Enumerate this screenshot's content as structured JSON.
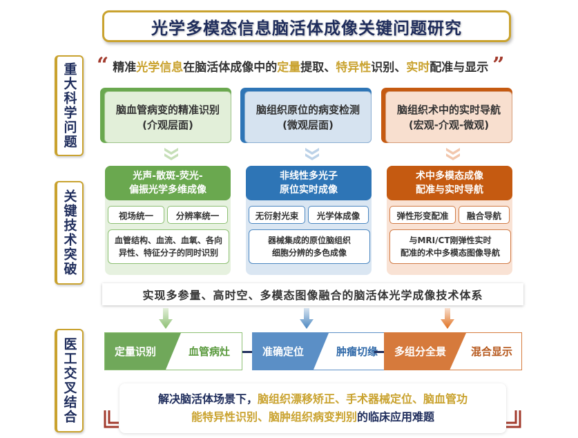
{
  "title": "光学多模态信息脑活体成像关键问题研究",
  "side_labels": {
    "science": "重大科学问题",
    "tech": "关键技术突破",
    "medicine": "医工交叉结合"
  },
  "quote": {
    "open_mark": "❝",
    "close_mark": "❞",
    "segments": [
      {
        "text": "精准",
        "highlight": false
      },
      {
        "text": "光学信息",
        "highlight": true
      },
      {
        "text": "在脑活体成像中的",
        "highlight": false
      },
      {
        "text": "定量",
        "highlight": true
      },
      {
        "text": "提取、",
        "highlight": false
      },
      {
        "text": "特异性",
        "highlight": true
      },
      {
        "text": "识别、",
        "highlight": false
      },
      {
        "text": "实时",
        "highlight": true
      },
      {
        "text": "配准与显示",
        "highlight": false
      }
    ]
  },
  "problems": [
    {
      "line1": "脑血管病变的精准识别",
      "line2": "(介观层面)",
      "accent": "#6aa84f",
      "fill": "#e2efd9"
    },
    {
      "line1": "脑组织原位的病变检测",
      "line2": "(微观层面)",
      "accent": "#2e75b6",
      "fill": "#d6e3f0"
    },
    {
      "line1": "脑组织术中的实时导航",
      "line2": "(宏观-介观-微观)",
      "accent": "#c55a11",
      "fill": "#f8dfcf"
    }
  ],
  "techs": [
    {
      "head1": "光声-散斑-荧光-",
      "head2": "偏振光学多维成像",
      "tags": [
        "视场统一",
        "分辨率统一"
      ],
      "desc1": "血管结构、血流、血氧、各向",
      "desc2": "异性、特征分子的同时识别",
      "color": "#6aa84f",
      "panel": "#e6f1df",
      "border": "#8cbf72"
    },
    {
      "head1": "非线性多光子",
      "head2": "原位实时成像",
      "tags": [
        "无衍射光束",
        "光学体成像"
      ],
      "desc1": "器械集成的原位脑组织",
      "desc2": "细胞分辨的多色成像",
      "color": "#2e75b6",
      "panel": "#dae6f2",
      "border": "#4a86c0"
    },
    {
      "head1": "术中多模态成像",
      "head2": "配准与实时导航",
      "tags": [
        "弹性形变配准",
        "融合导航"
      ],
      "desc1": "与MRI/CT刚弹性实时",
      "desc2": "配准的术中多模态图像导航",
      "color": "#c55a11",
      "panel": "#f9e2d4",
      "border": "#d07a45"
    }
  ],
  "system_banner": "实现多参量、高时空、多模态图像融合的脑活体光学成像技术体系",
  "outcomes": [
    {
      "left": "定量识别",
      "right": "血管病灶",
      "color": "#70a85a",
      "text": "#5a9a3e"
    },
    {
      "left": "准确定位",
      "right": "肿瘤切缘",
      "color": "#5b8fc6",
      "text": "#2e68a8"
    },
    {
      "left": "多组分全景",
      "right": "混合显示",
      "color": "#d67a3c",
      "text": "#b5561a"
    }
  ],
  "conclusion": {
    "line1_prefix": "解决脑活体场景下，",
    "line1_gold": "脑组织漂移矫正、手术器械定位、脑血管功",
    "line2_gold": "能特异性识别、脑肿组织病变判别",
    "line2_suffix": "的临床应用难题"
  }
}
